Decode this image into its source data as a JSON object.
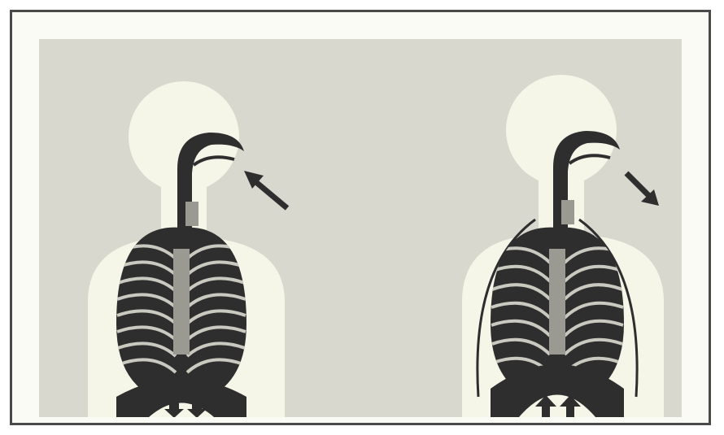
{
  "figure": {
    "panels": [
      {
        "id": "inhalation",
        "air_flow": "in",
        "diaphragm_arrows": "down",
        "ribcage_expanded": false
      },
      {
        "id": "exhalation",
        "air_flow": "out",
        "diaphragm_arrows": "up",
        "ribcage_expanded": true
      }
    ],
    "colors": {
      "frame": "#4a4a4a",
      "background": "#d8d8cf",
      "silhouette": "#f5f5e8",
      "organ_dark": "#2e2e2e",
      "rib_light": "#c9c9c0",
      "sternum": "#9a9a92"
    }
  }
}
